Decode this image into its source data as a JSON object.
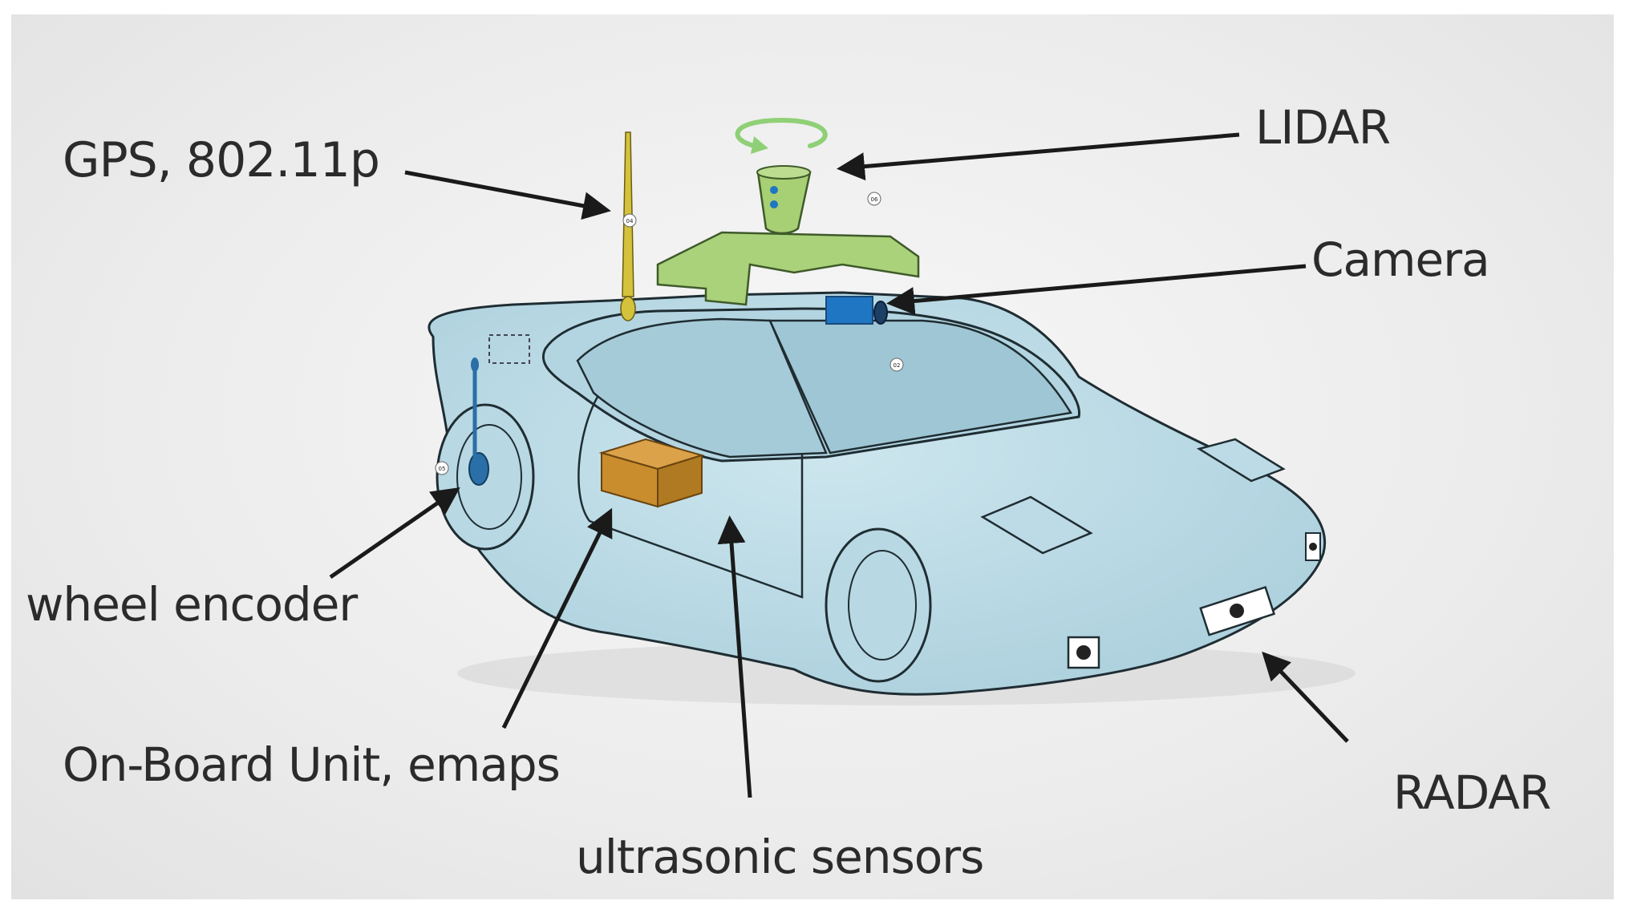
{
  "labels": {
    "gps": "GPS, 802.11p",
    "lidar": "LIDAR",
    "camera": "Camera",
    "wheel_encoder": "wheel encoder",
    "onboard_unit": "On-Board Unit, emaps",
    "ultrasonic": "ultrasonic sensors",
    "radar": "RADAR"
  },
  "tags": {
    "lidar": "06",
    "antenna": "04",
    "camera": "02",
    "wheel": "05"
  },
  "colors": {
    "car_body": "#bcdbe6",
    "car_outline": "#1f2d33",
    "roof_rack": "#a9d27a",
    "lidar_unit": "#a7cf73",
    "rotation_arrow": "#8fd076",
    "antenna": "#d4c23c",
    "camera_unit": "#1f76c2",
    "onboard_unit_box": "#c98d2e",
    "wheel_encoder": "#2a6fa8",
    "arrows": "#1a1a1a",
    "label_text": "#2b2b2b"
  }
}
